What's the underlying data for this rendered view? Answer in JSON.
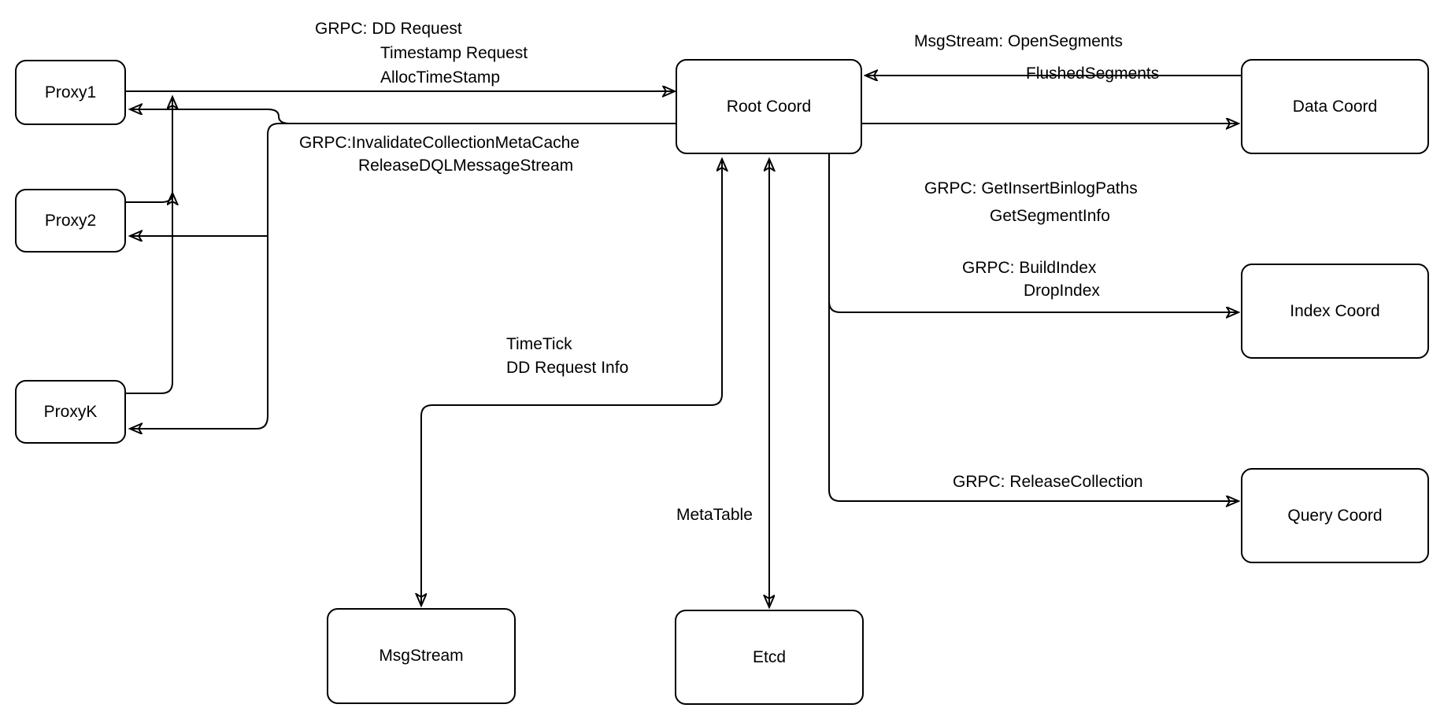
{
  "colors": {
    "background": "#ffffff",
    "stroke": "#000000",
    "text": "#000000",
    "node_fill": "#ffffff"
  },
  "nodes": {
    "proxy1": {
      "label": "Proxy1"
    },
    "proxy2": {
      "label": "Proxy2"
    },
    "proxyk": {
      "label": "ProxyK"
    },
    "root_coord": {
      "label": "Root Coord"
    },
    "data_coord": {
      "label": "Data Coord"
    },
    "index_coord": {
      "label": "Index Coord"
    },
    "query_coord": {
      "label": "Query Coord"
    },
    "msg_stream": {
      "label": "MsgStream"
    },
    "etcd": {
      "label": "Etcd"
    }
  },
  "edges": {
    "proxies_to_root": {
      "from": "Proxy1, Proxy2, ProxyK",
      "to": "Root Coord",
      "bidirectional": false,
      "label_lines": [
        "GRPC: DD Request",
        "Timestamp Request",
        "AllocTimeStamp"
      ]
    },
    "root_to_proxies": {
      "from": "Root Coord",
      "to": "Proxy1, Proxy2, ProxyK",
      "bidirectional": false,
      "label_lines": [
        "GRPC:InvalidateCollectionMetaCache",
        "ReleaseDQLMessageStream"
      ]
    },
    "data_to_root": {
      "from": "Data Coord",
      "to": "Root Coord",
      "bidirectional": false,
      "label_lines": [
        "MsgStream: OpenSegments",
        "FlushedSegments"
      ]
    },
    "root_to_data": {
      "from": "Root Coord",
      "to": "Data Coord",
      "bidirectional": false,
      "label_lines": [
        "GRPC: GetInsertBinlogPaths",
        "GetSegmentInfo"
      ]
    },
    "root_to_index": {
      "from": "Root Coord",
      "to": "Index Coord",
      "bidirectional": false,
      "label_lines": [
        "GRPC: BuildIndex",
        "DropIndex"
      ]
    },
    "root_to_query": {
      "from": "Root Coord",
      "to": "Query Coord",
      "bidirectional": false,
      "label_lines": [
        "GRPC: ReleaseCollection"
      ]
    },
    "root_msgstream": {
      "from": "Root Coord",
      "to": "MsgStream",
      "bidirectional": true,
      "label_lines": [
        "TimeTick",
        "DD Request Info"
      ]
    },
    "root_etcd": {
      "from": "Root Coord",
      "to": "Etcd",
      "bidirectional": true,
      "label_lines": [
        "MetaTable"
      ]
    }
  }
}
